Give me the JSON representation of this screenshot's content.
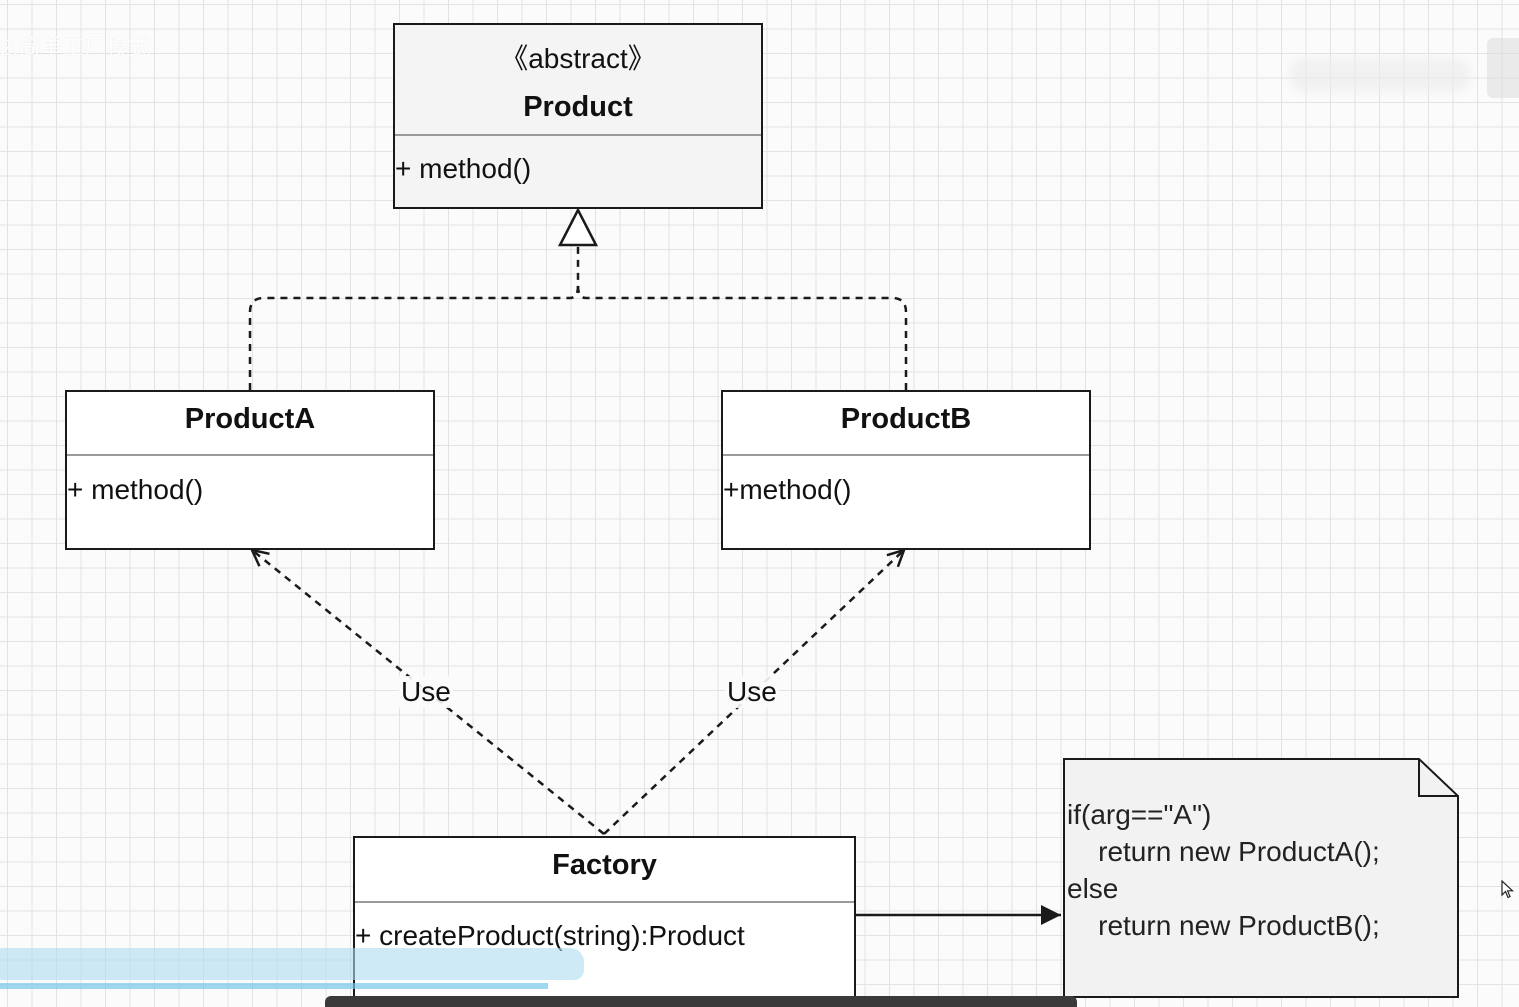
{
  "watermark": "2.简单工厂模式",
  "classes": {
    "product": {
      "stereotype": "《abstract》",
      "name": "Product",
      "method": "+ method()"
    },
    "product_a": {
      "name": "ProductA",
      "method": "+ method()"
    },
    "product_b": {
      "name": "ProductB",
      "method": "+method()"
    },
    "factory": {
      "name": "Factory",
      "method": "+ createProduct(string):Product"
    }
  },
  "edges": {
    "use_a_label": "Use",
    "use_b_label": "Use"
  },
  "note": {
    "code": "if(arg==\"A\")\n    return new ProductA();\nelse\n    return new ProductB();"
  },
  "colors": {
    "stroke": "#1a1a1a",
    "divider": "#9a9a9a",
    "abstract_fill": "#f4f4f4",
    "note_fill": "#f2f2f2",
    "highlight": "#addcf0"
  }
}
